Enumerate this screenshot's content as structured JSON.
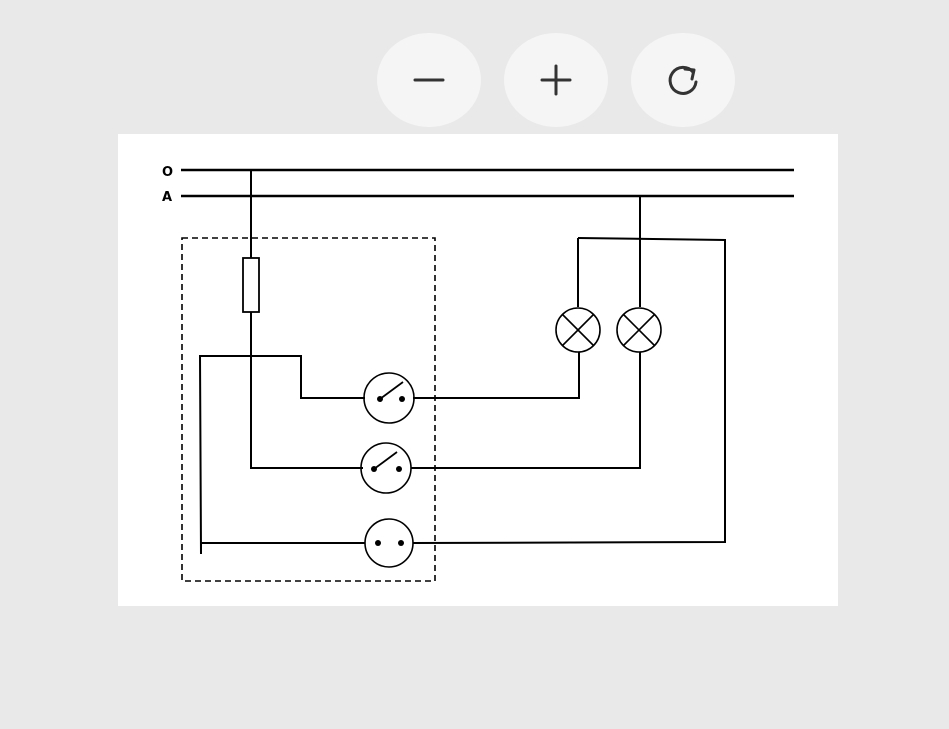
{
  "toolbar": {
    "zoom_out_icon": "minus-icon",
    "zoom_in_icon": "plus-icon",
    "reset_icon": "rotate-icon"
  },
  "diagram": {
    "bus_labels": {
      "neutral": "O",
      "phase": "A"
    },
    "components": [
      "fuse",
      "switch",
      "switch",
      "socket",
      "lamp",
      "lamp"
    ]
  },
  "colors": {
    "background": "#e9e9e9",
    "button": "#f5f5f5",
    "icon": "#333333",
    "canvas": "#ffffff",
    "line": "#000000"
  }
}
